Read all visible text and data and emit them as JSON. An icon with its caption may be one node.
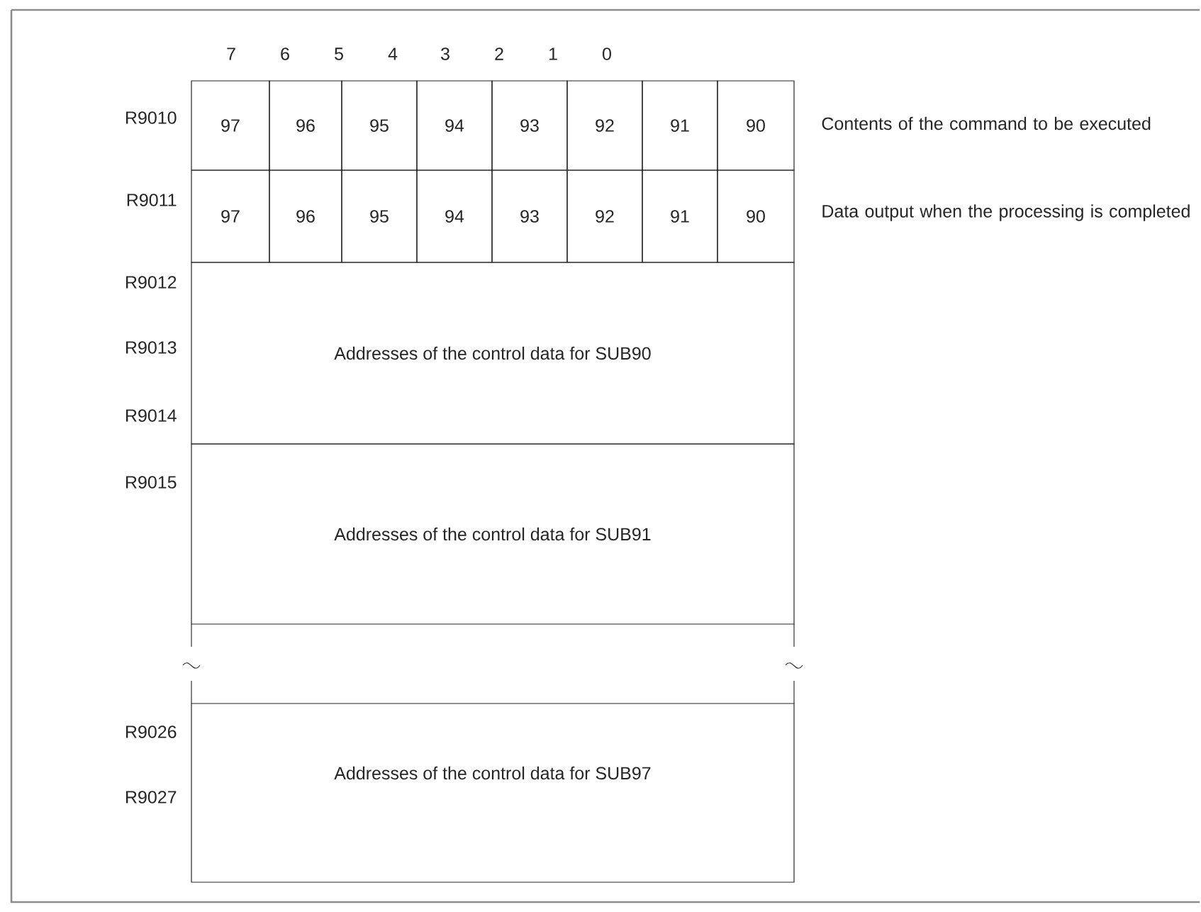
{
  "diagram": {
    "nodes": [
      {
        "text": [
          "97"
        ]
      },
      {
        "text": [
          "96"
        ]
      },
      {
        "text": [
          "95"
        ]
      },
      {
        "text": [
          "94"
        ]
      },
      {
        "text": [
          "93"
        ]
      },
      {
        "text": [
          "92"
        ]
      },
      {
        "text": [
          "91"
        ]
      },
      {
        "text": [
          "90"
        ]
      },
      {
        "text": [
          "97"
        ]
      },
      {
        "text": [
          "96"
        ]
      },
      {
        "text": [
          "95"
        ]
      },
      {
        "text": [
          "94"
        ]
      },
      {
        "text": [
          "93"
        ]
      },
      {
        "text": [
          "92"
        ]
      },
      {
        "text": [
          "91"
        ]
      },
      {
        "text": [
          "90"
        ]
      },
      {
        "text": [
          "Addresses of the control data for SUB90"
        ]
      },
      {
        "text": [
          "Addresses of the control data for SUB91"
        ]
      },
      {
        "text": [
          "Addresses of the control data for SUB97"
        ]
      }
    ],
    "labels": [
      "7",
      "6",
      "5",
      "4",
      "3",
      "2",
      "1",
      "0",
      "R9010",
      "Contents of the command to be executed",
      "R9011",
      "Data output when the processing is completed",
      "R9012",
      "R9013",
      "R9014",
      "R9015",
      "R9026",
      "R9027"
    ]
  }
}
